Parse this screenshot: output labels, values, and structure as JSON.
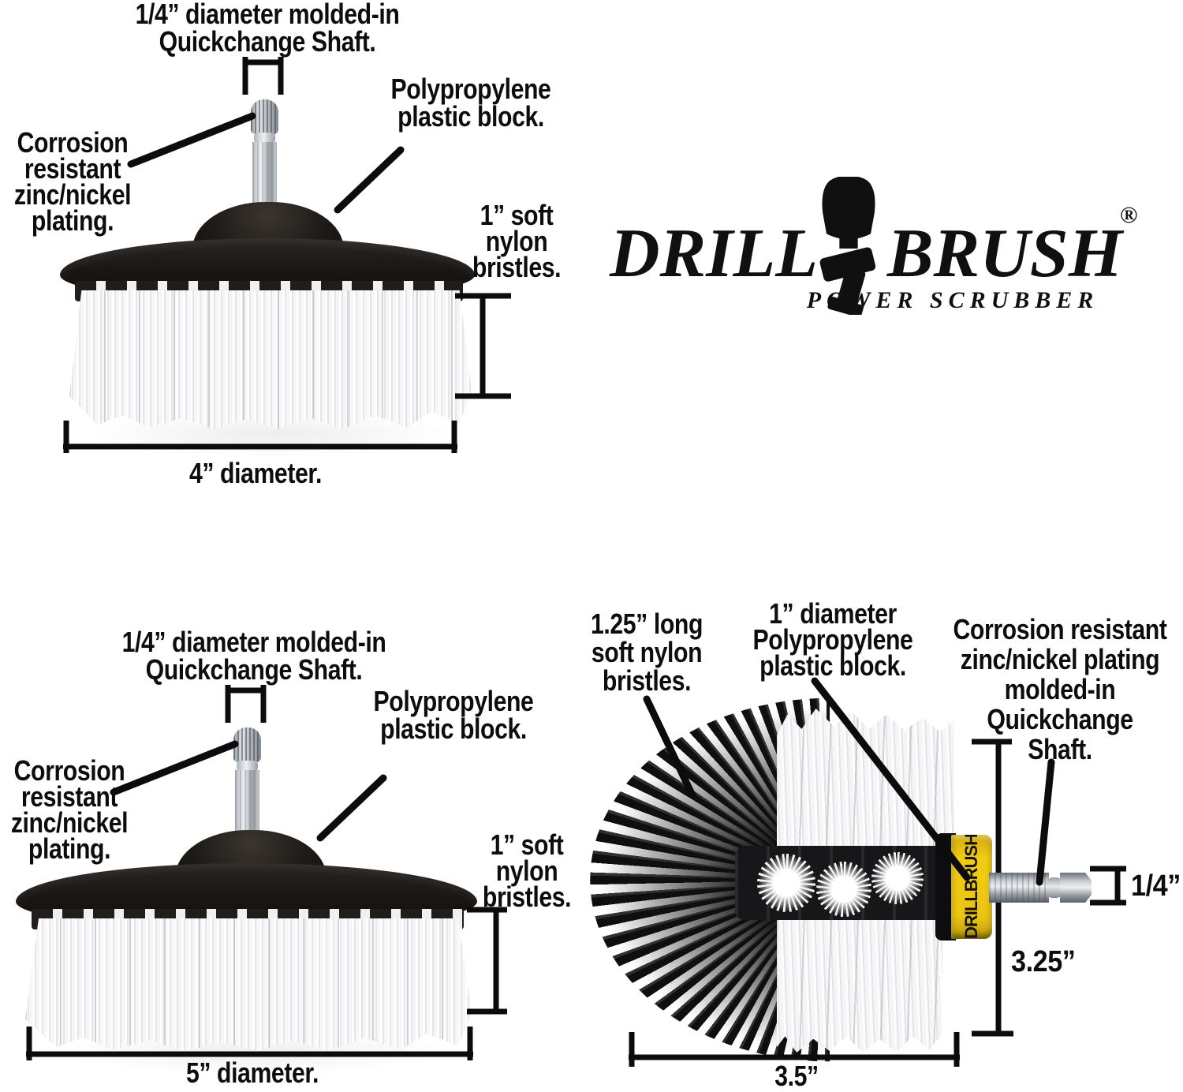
{
  "logo": {
    "drill": "DRILL",
    "brush": "BRUSH",
    "reg": "®",
    "tagline": "POWER SCRUBBER"
  },
  "flat4": {
    "quickchange": [
      "1/4” diameter molded-in",
      "Quickchange Shaft."
    ],
    "plating": [
      "Corrosion",
      "resistant",
      "zinc/nickel",
      "plating."
    ],
    "poly": [
      "Polypropylene",
      "plastic block."
    ],
    "bristles": [
      "1” soft",
      "nylon",
      "bristles."
    ],
    "diameter": "4” diameter."
  },
  "flat5": {
    "quickchange": [
      "1/4” diameter molded-in",
      "Quickchange Shaft."
    ],
    "plating": [
      "Corrosion",
      "resistant",
      "zinc/nickel",
      "plating."
    ],
    "poly": [
      "Polypropylene",
      "plastic block."
    ],
    "bristles": [
      "1” soft",
      "nylon",
      "bristles."
    ],
    "diameter": "5” diameter."
  },
  "round": {
    "bristles": [
      "1.25” long",
      "soft nylon",
      "bristles."
    ],
    "poly": [
      "1” diameter",
      "Polypropylene",
      "plastic block."
    ],
    "shaft": [
      "Corrosion resistant",
      "zinc/nickel plating",
      "molded-in",
      "Quickchange",
      "Shaft."
    ],
    "dim_quarter": "1/4”",
    "dim_height": "3.25”",
    "dim_width": "3.5”",
    "band": "DRILLBRUSH"
  },
  "colors": {
    "ink": "#0d0d0d",
    "band_yellow": "#F2CB13",
    "bristle_white": "#F5F5F7",
    "plastic_black": "#171412"
  }
}
